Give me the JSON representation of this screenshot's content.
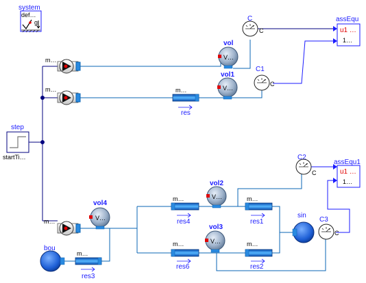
{
  "blocks": {
    "system": {
      "label": "system",
      "inner": "def…",
      "g": "g"
    },
    "step": {
      "label": "step",
      "param": "startTi…"
    },
    "src_top": {
      "label": "m…"
    },
    "src_mid": {
      "label": "m…"
    },
    "src_low": {
      "label": "m…"
    },
    "vol": {
      "label": "vol",
      "inner": "V…"
    },
    "vol1": {
      "label": "vol1",
      "inner": "V…"
    },
    "vol2": {
      "label": "vol2",
      "inner": "V…"
    },
    "vol3": {
      "label": "vol3",
      "inner": "V…"
    },
    "vol4": {
      "label": "vol4",
      "inner": "V…"
    },
    "res": {
      "label": "res",
      "param": "m…"
    },
    "res1": {
      "label": "res1",
      "param": "m…"
    },
    "res2": {
      "label": "res2",
      "param": "m…"
    },
    "res3": {
      "label": "res3",
      "param": "m…"
    },
    "res4": {
      "label": "res4",
      "param": "m…"
    },
    "res6": {
      "label": "res6",
      "param": "m…"
    },
    "bou": {
      "label": "bou"
    },
    "sin": {
      "label": "sin"
    },
    "C": {
      "label": "C",
      "port": "C"
    },
    "C1": {
      "label": "C1",
      "port": "C"
    },
    "C2": {
      "label": "C2",
      "port": "C"
    },
    "C3": {
      "label": "C3",
      "port": "C"
    },
    "assEqu": {
      "label": "assEqu",
      "u1": "u1 …",
      "u2": "1…"
    },
    "assEqu1": {
      "label": "assEqu1",
      "u1": "u1 …",
      "u2": "1…"
    }
  },
  "colors": {
    "fluid": "#0a64b4",
    "signal": "#1a1aff",
    "volume": "#8fa6c4",
    "pipe": "#2a8ae0",
    "red": "#e00000"
  }
}
